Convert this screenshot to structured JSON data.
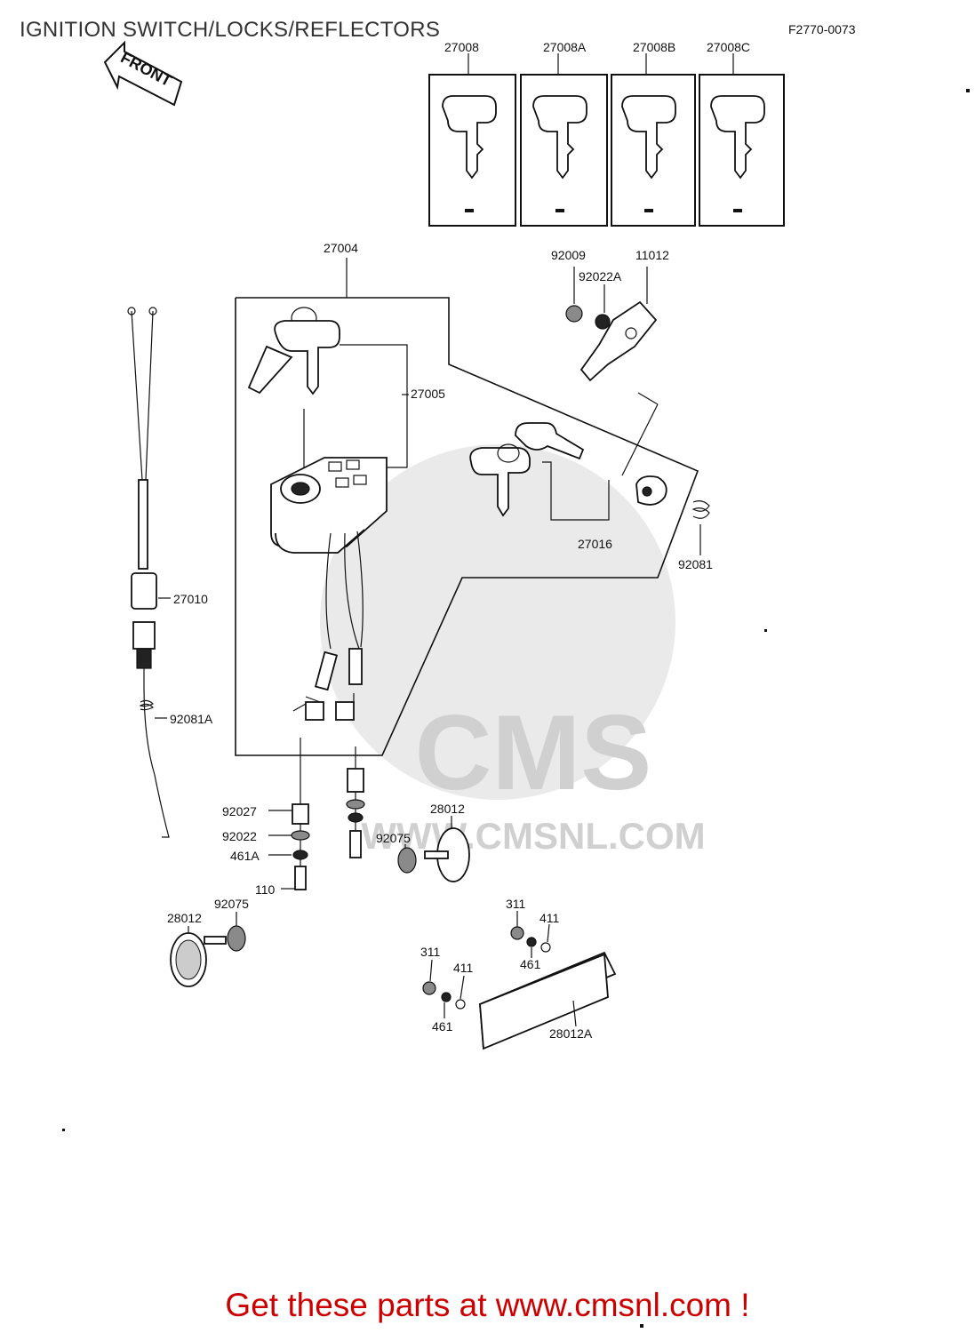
{
  "title": "IGNITION SWITCH/LOCKS/REFLECTORS",
  "diagram_code": "F2770-0073",
  "front_arrow_label": "FRONT",
  "watermark": {
    "brand": "CMS",
    "url": "WWW.CMSNL.COM"
  },
  "key_cards": [
    {
      "part": "27008"
    },
    {
      "part": "27008A"
    },
    {
      "part": "27008B"
    },
    {
      "part": "27008C"
    }
  ],
  "part_labels": {
    "p27004": "27004",
    "p27005": "27005",
    "p27016": "27016",
    "p27010": "27010",
    "p92081": "92081",
    "p92081A": "92081A",
    "p92009": "92009",
    "p92022A": "92022A",
    "p11012": "11012",
    "p92027": "92027",
    "p92022": "92022",
    "p461A": "461A",
    "p110": "110",
    "p28012_a": "28012",
    "p92075_a": "92075",
    "p28012_b": "28012",
    "p92075_b": "92075",
    "p311_a": "311",
    "p411_a": "411",
    "p461_a": "461",
    "p311_b": "311",
    "p411_b": "411",
    "p461_b": "461",
    "p28012A": "28012A"
  },
  "cta": "Get these parts at www.cmsnl.com !"
}
